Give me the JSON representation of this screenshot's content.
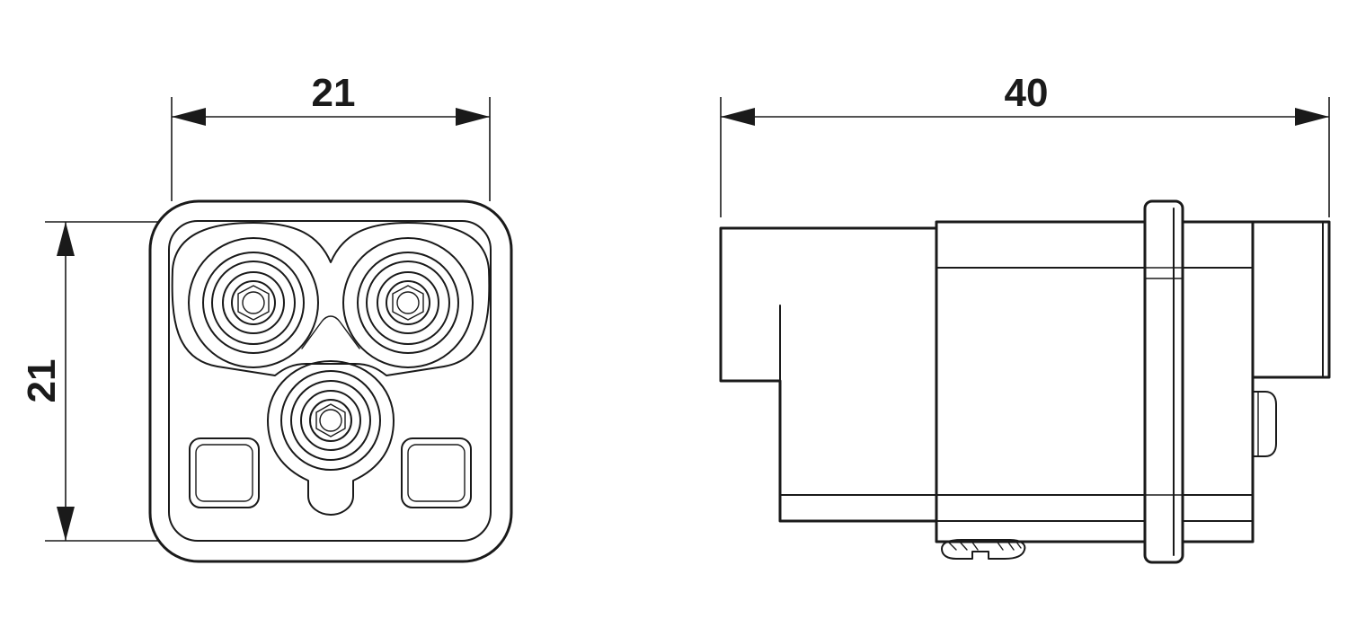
{
  "dimensions": {
    "front_width": "21",
    "front_height": "21",
    "side_length": "40"
  },
  "colors": {
    "line": "#1a1a1a",
    "background": "#ffffff"
  }
}
